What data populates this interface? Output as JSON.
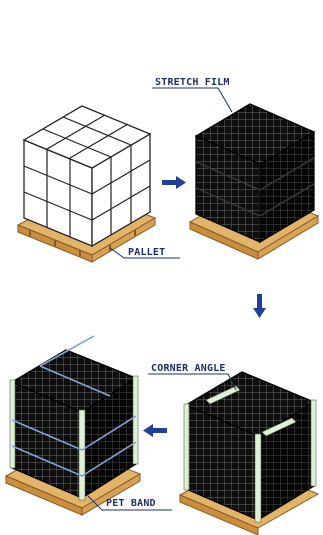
{
  "labels": {
    "stretch_film": "STRETCH FILM",
    "pallet": "PALLET",
    "corner_angle": "CORNER ANGLE",
    "pet_band": "PET BAND"
  },
  "arrows": {
    "step1_direction": "right",
    "step2_direction": "down",
    "step3_direction": "left"
  },
  "colors": {
    "arrow": "#1f3f99",
    "label_text": "#1f2f6e",
    "wood": "#e2b46a",
    "wood_dark": "#c98f3f",
    "wrap_black": "#111111",
    "corner_guard": "#dff0d6"
  }
}
